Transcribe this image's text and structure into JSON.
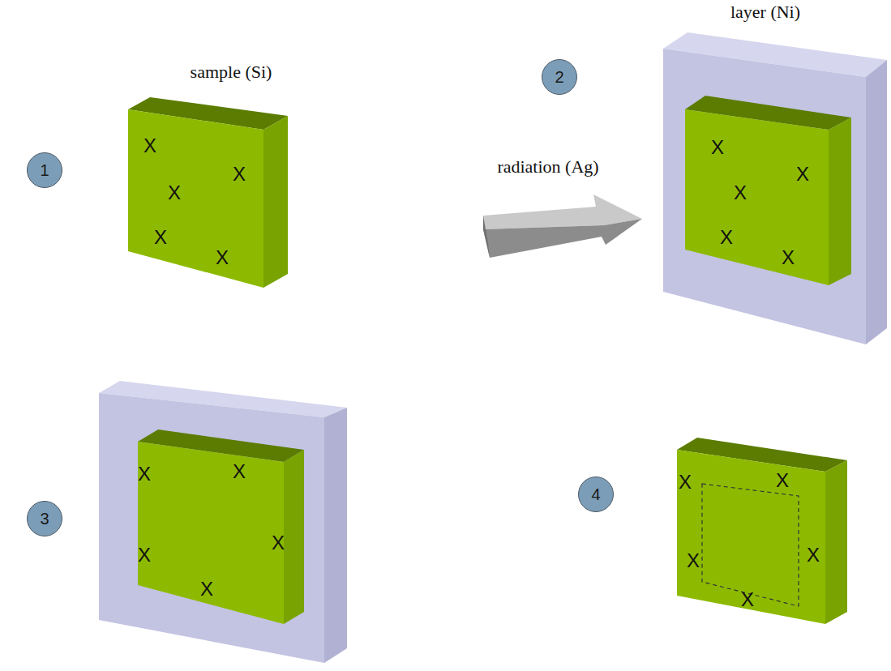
{
  "diagram": {
    "nodes": [
      {
        "text": [
          "1"
        ]
      },
      {
        "text": [
          "sample (Si)"
        ]
      },
      {
        "text": [
          "2"
        ]
      },
      {
        "text": [
          "layer (Ni)"
        ]
      },
      {
        "text": [
          "3"
        ]
      },
      {
        "text": [
          "4"
        ]
      }
    ],
    "labels": [
      "radiation (Ag)",
      "X",
      "X",
      "X",
      "X",
      "X",
      "X",
      "X",
      "X",
      "X",
      "X",
      "X",
      "X",
      "X",
      "X",
      "X",
      "X",
      "X",
      "X",
      "X",
      "X"
    ]
  }
}
